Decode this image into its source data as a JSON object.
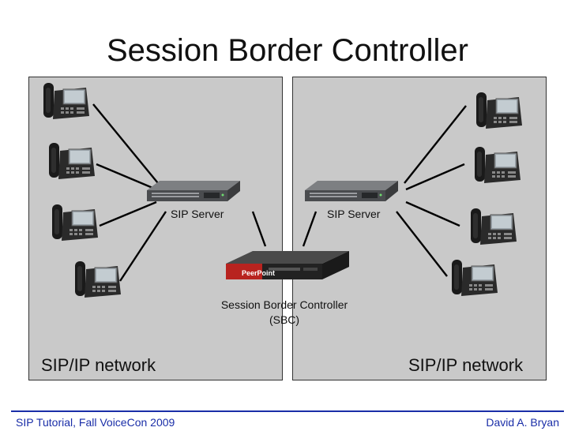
{
  "title": "Session Border Controller",
  "networks": {
    "left_label": "SIP/IP network",
    "right_label": "SIP/IP network"
  },
  "servers": {
    "left_label": "SIP Server",
    "right_label": "SIP Server"
  },
  "sbc": {
    "label_line1": "Session Border Controller",
    "label_line2": "(SBC)",
    "brand": "PeerPoint"
  },
  "footer": {
    "left": "SIP Tutorial, Fall VoiceCon 2009",
    "right": "David A. Bryan"
  },
  "colors": {
    "network_fill": "#c9c9c9",
    "footer_accent": "#1a2ea8",
    "sbc_body": "#b8231f"
  },
  "icons": [
    "ip-phone-icon",
    "rack-server-icon",
    "sbc-appliance-icon"
  ]
}
